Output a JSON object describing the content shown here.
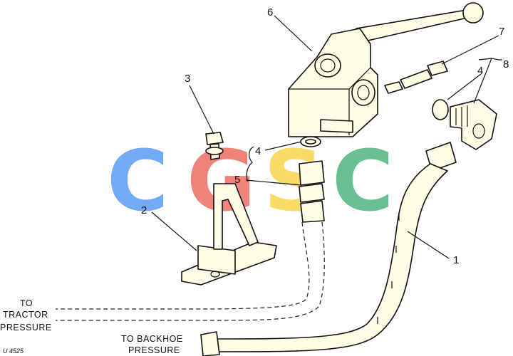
{
  "callouts": [
    "1",
    "2",
    "3",
    "4",
    "4",
    "5",
    "6",
    "7",
    "8"
  ],
  "captions": {
    "tractor_line1": "TO",
    "tractor_line2": "TRACTOR",
    "tractor_line3": "PRESSURE",
    "backhoe_line1": "TO BACKHOE",
    "backhoe_line2": "PRESSURE"
  },
  "figure_code": "U 4525",
  "watermark": {
    "letters": [
      "C",
      "G",
      "S",
      "C"
    ],
    "colors": [
      "#5b9cf5",
      "#ee6d62",
      "#f7d54a",
      "#4fb47f"
    ]
  }
}
